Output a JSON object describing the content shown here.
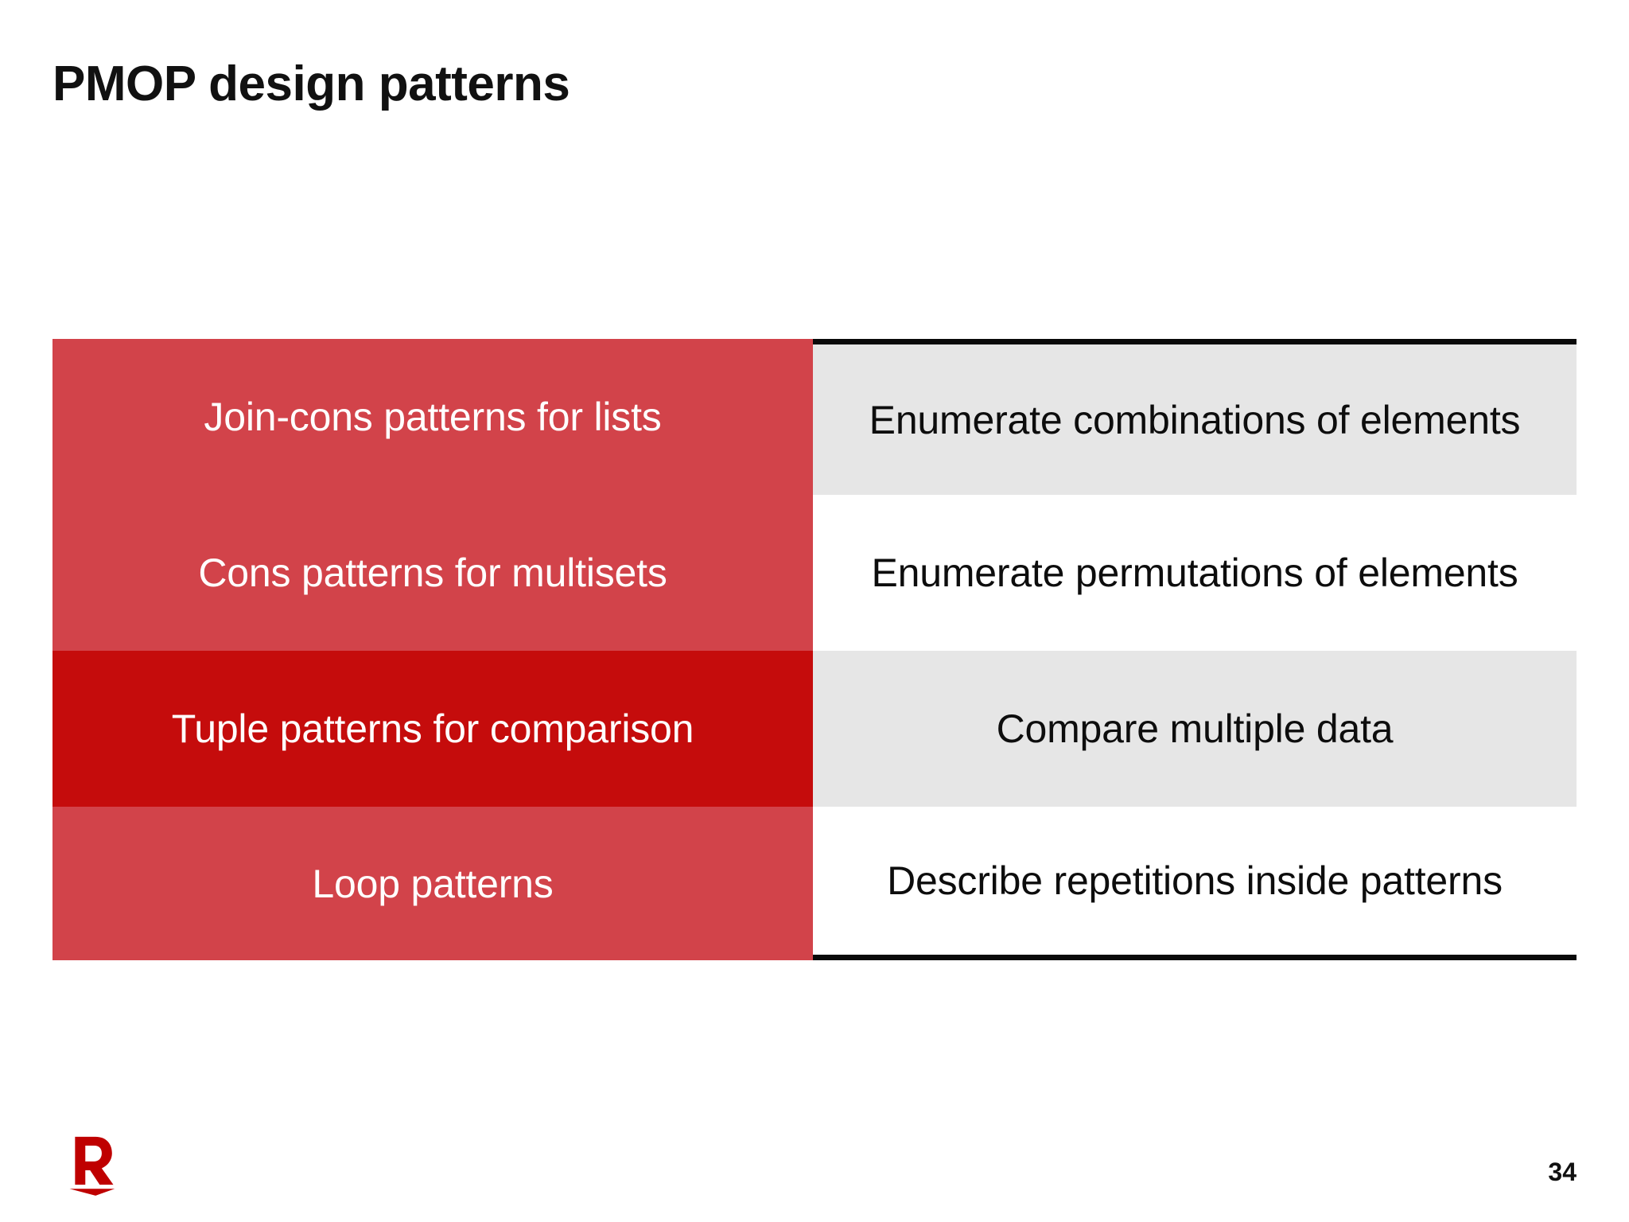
{
  "slide": {
    "title": "PMOP design patterns",
    "page_number": "34",
    "logo_name": "rakuten-r-logo"
  },
  "colors": {
    "red_light": "#d2434a",
    "red_strong": "#c50c0c",
    "grey_cell": "#e6e6e6",
    "white_cell": "#ffffff",
    "rule": "#0a0a0a",
    "title_text": "#111111",
    "logo_red": "#bf0000"
  },
  "table": {
    "rows": [
      {
        "pattern": "Join-cons patterns for lists",
        "purpose": "Enumerate combinations of elements",
        "left_shade": "light",
        "right_shade": "grey",
        "highlighted": false
      },
      {
        "pattern": "Cons patterns for multisets",
        "purpose": "Enumerate permutations of elements",
        "left_shade": "light",
        "right_shade": "white",
        "highlighted": false
      },
      {
        "pattern": "Tuple patterns for comparison",
        "purpose": "Compare multiple data",
        "left_shade": "strong",
        "right_shade": "grey",
        "highlighted": true
      },
      {
        "pattern": "Loop patterns",
        "purpose": "Describe repetitions inside patterns",
        "left_shade": "light",
        "right_shade": "white",
        "highlighted": false
      }
    ]
  }
}
